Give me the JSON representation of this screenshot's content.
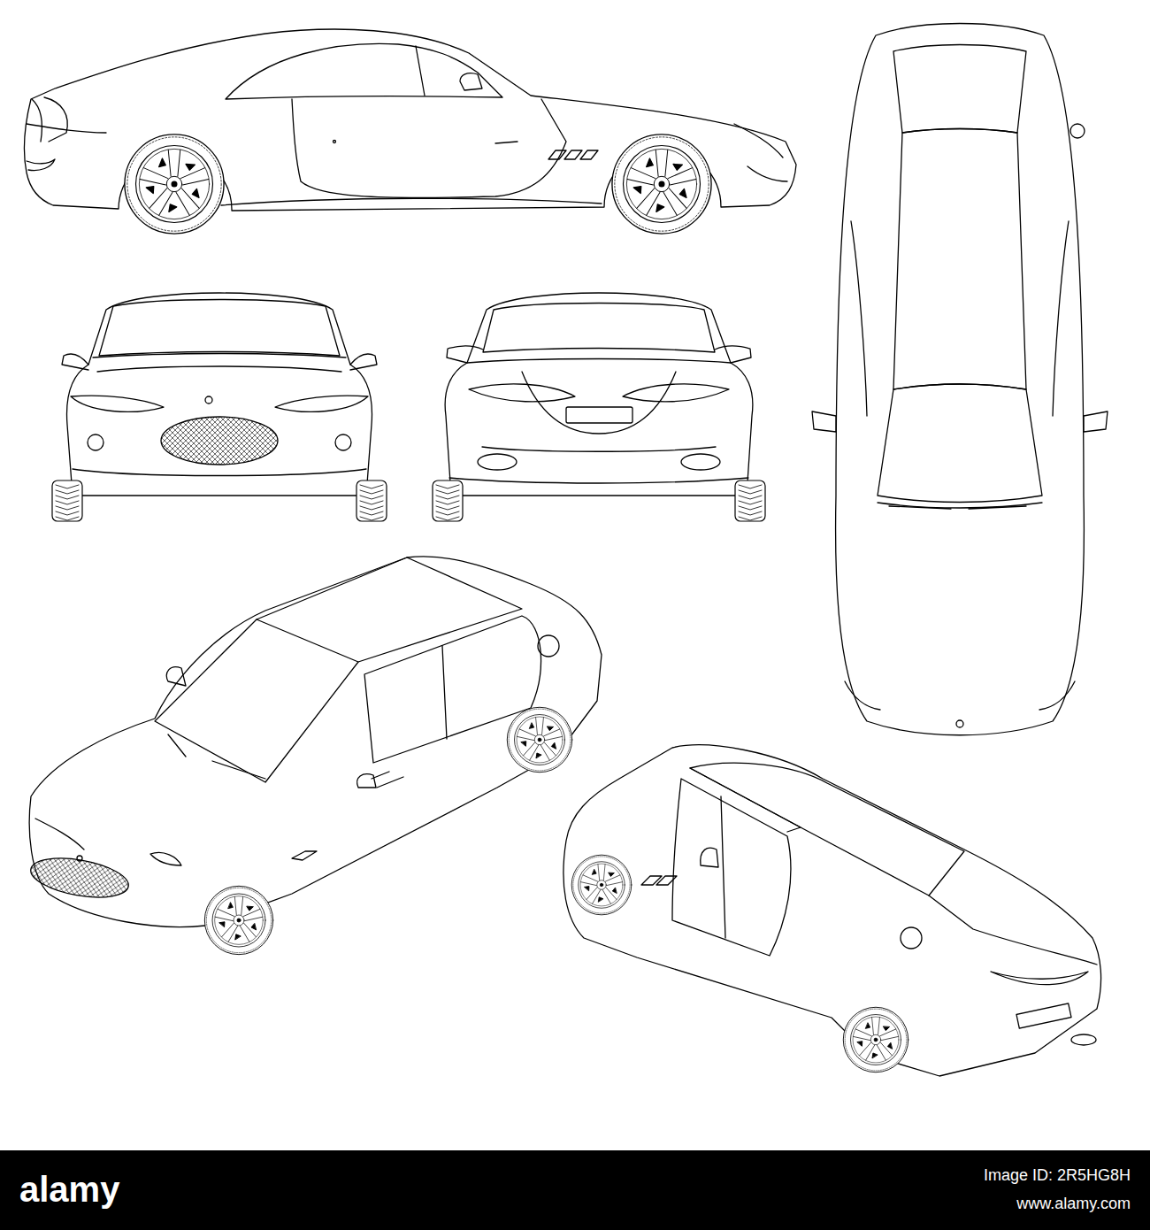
{
  "diagram": {
    "labels": [
      "alamy",
      "Image ID: 2R5HG8H",
      "www.alamy.com"
    ]
  }
}
